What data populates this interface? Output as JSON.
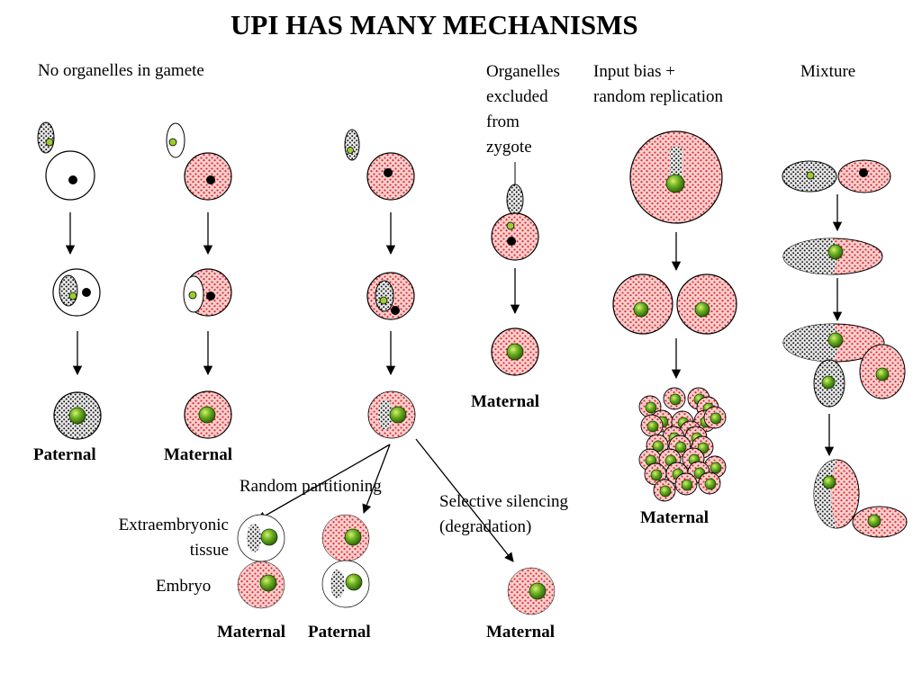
{
  "title": "UPI HAS MANY MECHANISMS",
  "headers": {
    "no_organelles": "No organelles in gamete",
    "excluded": [
      "Organelles",
      "excluded",
      "from",
      "zygote"
    ],
    "input_bias": [
      "Input bias +",
      "random replication"
    ],
    "mixture": "Mixture"
  },
  "outcomes": {
    "col1": "Paternal",
    "col2": "Maternal",
    "col4": "Maternal",
    "col5": "Maternal",
    "partition_left": "Maternal",
    "partition_right": "Paternal",
    "silencing": "Maternal"
  },
  "labels": {
    "random_partitioning": "Random partitioning",
    "selective_silencing": [
      "Selective silencing",
      "(degradation)"
    ],
    "extraembryonic": [
      "Extraembryonic",
      "tissue"
    ],
    "embryo": "Embryo"
  },
  "colors": {
    "maternal_fill": "#f7cfcf",
    "maternal_dots": "#e02020",
    "paternal_fill": "#e6e6e6",
    "paternal_dots": "#111111",
    "nucleus_green": "#4a9a10",
    "ink": "#000000"
  }
}
